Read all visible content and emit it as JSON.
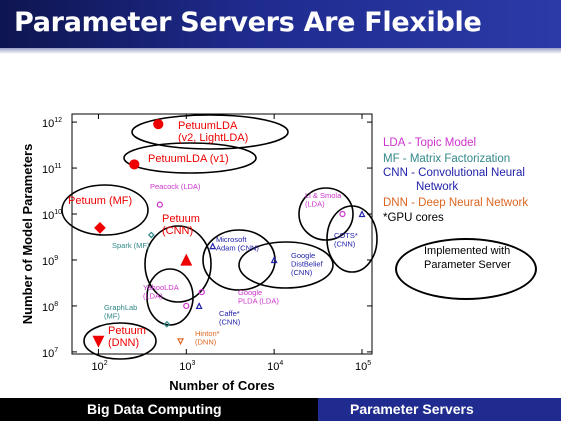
{
  "header": {
    "title": "Parameter Servers Are Flexible"
  },
  "footer": {
    "left": "Big Data Computing",
    "right": "Parameter Servers"
  },
  "colors": {
    "title_bg": "#1f2b8e",
    "lda": "#cc33cc",
    "mf": "#338888",
    "cnn": "#2222aa",
    "dnn": "#dd6622",
    "petuum": "#ee0000"
  },
  "legend": [
    {
      "text": "LDA - Topic Model",
      "color": "#cc33cc"
    },
    {
      "text": "MF - Matrix Factorization",
      "color": "#338888"
    },
    {
      "text": "CNN - Convolutional Neural",
      "color": "#2222aa"
    },
    {
      "text": "Network",
      "color": "#2222aa"
    },
    {
      "text": "DNN - Deep Neural Network",
      "color": "#dd6622"
    },
    {
      "text": "*GPU cores",
      "color": "#000000"
    }
  ],
  "note": "Implemented with Parameter Server",
  "chart_data": {
    "type": "scatter",
    "xlabel": "Number of Cores",
    "ylabel": "Number of Model Parameters",
    "xscale": "log",
    "yscale": "log",
    "xlim": [
      50,
      130000
    ],
    "ylim": [
      9000000,
      1500000000000
    ],
    "xticks": [
      {
        "v": 100,
        "label": "10^2"
      },
      {
        "v": 1000,
        "label": "10^3"
      },
      {
        "v": 10000,
        "label": "10^4"
      },
      {
        "v": 100000,
        "label": "10^5"
      }
    ],
    "yticks": [
      {
        "v": 10000000,
        "label": "10^7"
      },
      {
        "v": 100000000,
        "label": "10^8"
      },
      {
        "v": 1000000000,
        "label": "10^9"
      },
      {
        "v": 10000000000,
        "label": "10^10"
      },
      {
        "v": 100000000000,
        "label": "10^11"
      },
      {
        "v": 1000000000000,
        "label": "10^12"
      }
    ],
    "points": [
      {
        "label": [
          "PetuumLDA",
          "(v2, LightLDA)"
        ],
        "x": 480,
        "y": 900000000000,
        "color": "#ee0000",
        "marker": "circle-filled",
        "size": 4.5,
        "font": 11
      },
      {
        "label": [
          "PetuumLDA (v1)"
        ],
        "x": 256,
        "y": 120000000000,
        "color": "#ee0000",
        "marker": "circle-filled",
        "size": 4.5,
        "font": 11
      },
      {
        "label": [
          "Petuum (MF)"
        ],
        "x": 104,
        "y": 5000000000,
        "color": "#ee0000",
        "marker": "diamond-filled",
        "size": 5,
        "font": 11
      },
      {
        "label": [
          "Peacock (LDA)"
        ],
        "x": 500,
        "y": 16000000000,
        "color": "#cc33cc",
        "marker": "circle",
        "size": 2.5,
        "font": 7.5
      },
      {
        "label": [
          "Spark (MF)"
        ],
        "x": 400,
        "y": 3500000000,
        "color": "#338888",
        "marker": "diamond",
        "size": 2.5,
        "font": 7.5
      },
      {
        "label": [
          "Petuum",
          "(CNN)"
        ],
        "x": 1000,
        "y": 1000000000,
        "color": "#ee0000",
        "marker": "triangle-filled",
        "size": 5,
        "font": 11
      },
      {
        "label": [
          "Microsoft",
          "Adam (CNN)"
        ],
        "x": 2000,
        "y": 2000000000,
        "color": "#2222aa",
        "marker": "triangle",
        "size": 2.5,
        "font": 7.5
      },
      {
        "label": [
          "Google",
          "DistBelief",
          "(CNN)"
        ],
        "x": 10000,
        "y": 1000000000,
        "color": "#2222aa",
        "marker": "triangle",
        "size": 2.5,
        "font": 7.5
      },
      {
        "label": [
          "Li & Smola",
          "(LDA)"
        ],
        "x": 60000,
        "y": 10000000000,
        "color": "#cc33cc",
        "marker": "circle",
        "size": 2.5,
        "font": 7.5
      },
      {
        "label": [
          "COTS*",
          "(CNN)"
        ],
        "x": 100000,
        "y": 10000000000,
        "color": "#2222aa",
        "marker": "triangle",
        "size": 2.5,
        "font": 7.5
      },
      {
        "label": [
          "YahooLDA",
          "(LDA)"
        ],
        "x": 1000,
        "y": 100000000,
        "color": "#cc33cc",
        "marker": "circle",
        "size": 2.5,
        "font": 7.5
      },
      {
        "label": [
          "Google",
          "PLDA (LDA)"
        ],
        "x": 1500,
        "y": 200000000,
        "color": "#cc33cc",
        "marker": "circle",
        "size": 2.5,
        "font": 7.5
      },
      {
        "label": [
          "Caffe*",
          "(CNN)"
        ],
        "x": 1400,
        "y": 100000000,
        "color": "#2222aa",
        "marker": "triangle",
        "size": 2.5,
        "font": 7.5
      },
      {
        "label": [
          "GraphLab",
          "(MF)"
        ],
        "x": 600,
        "y": 40000000,
        "color": "#338888",
        "marker": "diamond",
        "size": 2.5,
        "font": 7.5
      },
      {
        "label": [
          "Hinton*",
          "(DNN)"
        ],
        "x": 860,
        "y": 17000000,
        "color": "#dd6622",
        "marker": "triangle-down",
        "size": 2.5,
        "font": 7.5
      },
      {
        "label": [
          "Petuum",
          "(DNN)"
        ],
        "x": 100,
        "y": 17000000,
        "color": "#ee0000",
        "marker": "triangle-down-filled",
        "size": 5,
        "font": 11
      }
    ]
  }
}
